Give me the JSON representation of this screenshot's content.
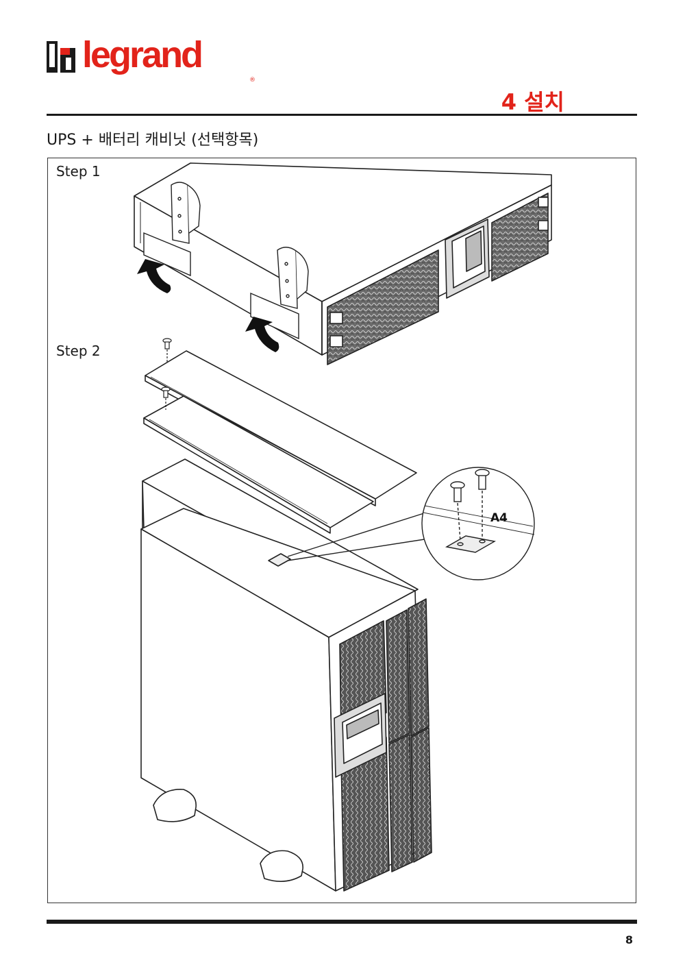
{
  "header": {
    "brand": "legrand",
    "brand_reg": "®",
    "chapter": "4 설치"
  },
  "section": {
    "title": "UPS + 배터리 캐비닛 (선택항목)"
  },
  "figure": {
    "step1_label": "Step 1",
    "step2_label": "Step 2",
    "callout_label": "A4"
  },
  "footer": {
    "page_number": "8"
  },
  "colors": {
    "brand_red": "#e2231a",
    "rule": "#1a1a1a"
  }
}
